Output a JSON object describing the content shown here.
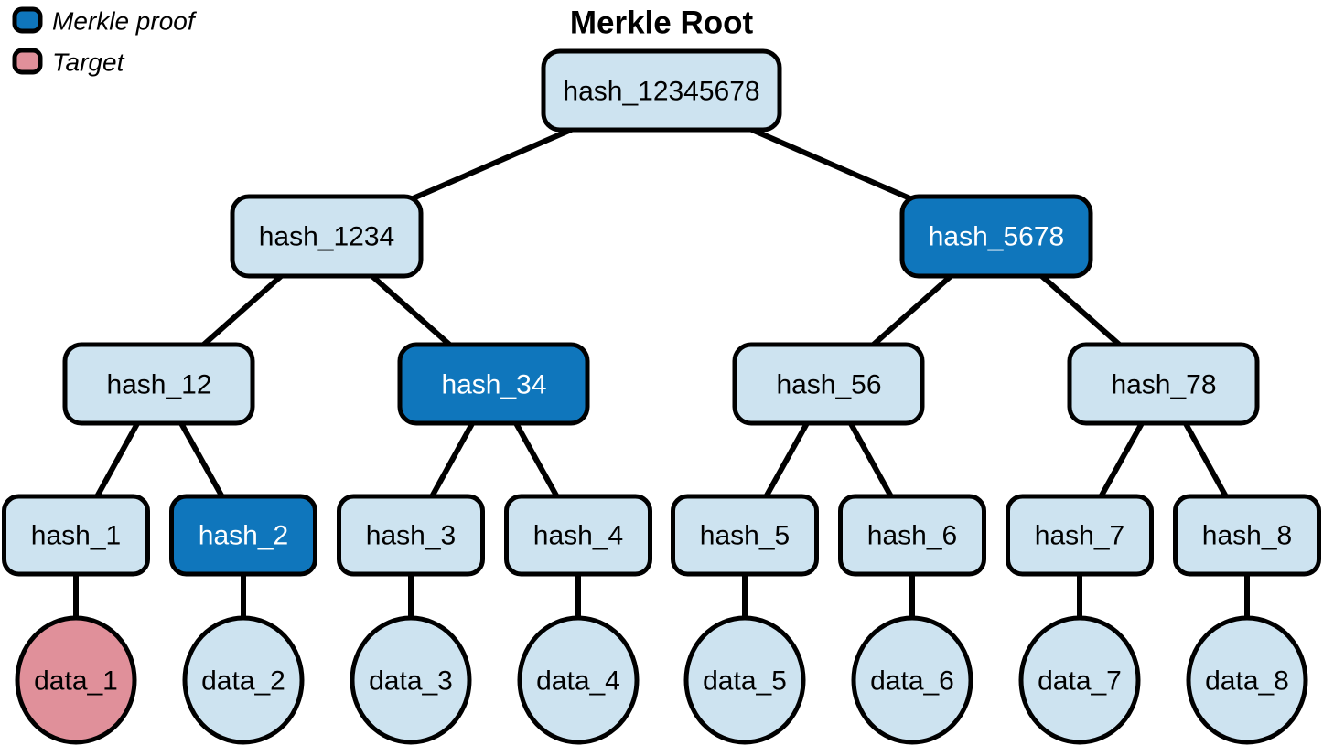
{
  "title": "Merkle Root",
  "legend": {
    "items": [
      {
        "label": "Merkle proof",
        "color": "#0f76bc"
      },
      {
        "label": "Target",
        "color": "#e0909a"
      }
    ]
  },
  "colors": {
    "node_default": "#cde3f0",
    "node_proof": "#0f76bc",
    "node_target": "#e0909a",
    "edge": "#000000",
    "text_default": "#000000",
    "text_on_proof": "#ffffff"
  },
  "tree": {
    "root": {
      "label": "hash_12345678",
      "fill": "#cde3f0",
      "text_color": "#000000"
    },
    "level2": [
      {
        "label": "hash_1234",
        "fill": "#cde3f0",
        "text_color": "#000000"
      },
      {
        "label": "hash_5678",
        "fill": "#0f76bc",
        "text_color": "#ffffff"
      }
    ],
    "level3": [
      {
        "label": "hash_12",
        "fill": "#cde3f0",
        "text_color": "#000000"
      },
      {
        "label": "hash_34",
        "fill": "#0f76bc",
        "text_color": "#ffffff"
      },
      {
        "label": "hash_56",
        "fill": "#cde3f0",
        "text_color": "#000000"
      },
      {
        "label": "hash_78",
        "fill": "#cde3f0",
        "text_color": "#000000"
      }
    ],
    "level4": [
      {
        "label": "hash_1",
        "fill": "#cde3f0",
        "text_color": "#000000"
      },
      {
        "label": "hash_2",
        "fill": "#0f76bc",
        "text_color": "#ffffff"
      },
      {
        "label": "hash_3",
        "fill": "#cde3f0",
        "text_color": "#000000"
      },
      {
        "label": "hash_4",
        "fill": "#cde3f0",
        "text_color": "#000000"
      },
      {
        "label": "hash_5",
        "fill": "#cde3f0",
        "text_color": "#000000"
      },
      {
        "label": "hash_6",
        "fill": "#cde3f0",
        "text_color": "#000000"
      },
      {
        "label": "hash_7",
        "fill": "#cde3f0",
        "text_color": "#000000"
      },
      {
        "label": "hash_8",
        "fill": "#cde3f0",
        "text_color": "#000000"
      }
    ],
    "leaves": [
      {
        "label": "data_1",
        "fill": "#e0909a",
        "text_color": "#000000"
      },
      {
        "label": "data_2",
        "fill": "#cde3f0",
        "text_color": "#000000"
      },
      {
        "label": "data_3",
        "fill": "#cde3f0",
        "text_color": "#000000"
      },
      {
        "label": "data_4",
        "fill": "#cde3f0",
        "text_color": "#000000"
      },
      {
        "label": "data_5",
        "fill": "#cde3f0",
        "text_color": "#000000"
      },
      {
        "label": "data_6",
        "fill": "#cde3f0",
        "text_color": "#000000"
      },
      {
        "label": "data_7",
        "fill": "#cde3f0",
        "text_color": "#000000"
      },
      {
        "label": "data_8",
        "fill": "#cde3f0",
        "text_color": "#000000"
      }
    ]
  }
}
